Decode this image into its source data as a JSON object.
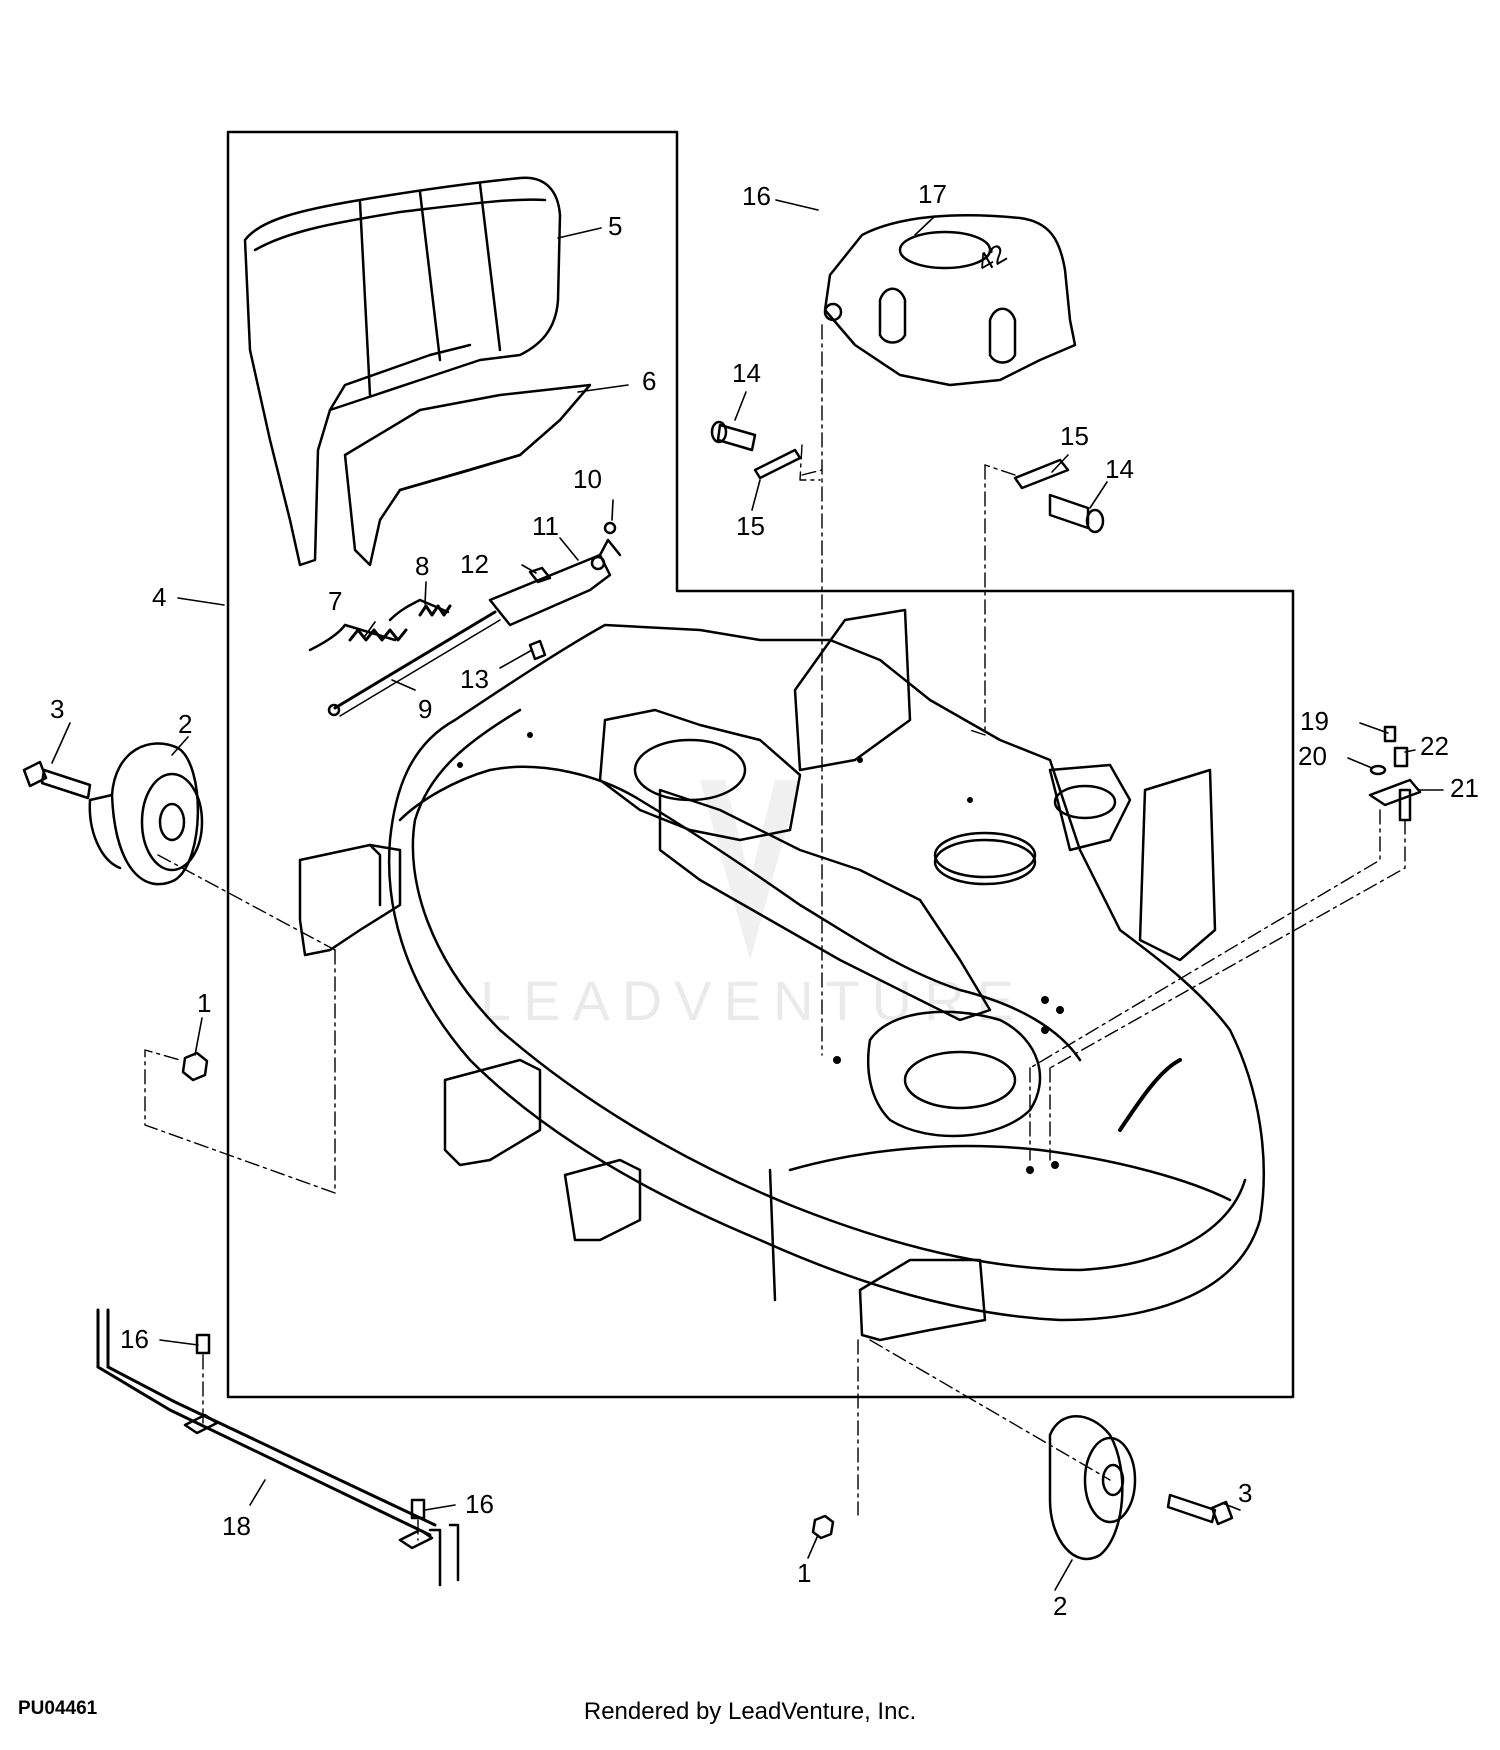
{
  "diagram": {
    "callouts": [
      "1",
      "2",
      "3",
      "4",
      "5",
      "6",
      "7",
      "8",
      "9",
      "10",
      "11",
      "12",
      "13",
      "14",
      "15",
      "16",
      "17",
      "18",
      "19",
      "20",
      "21",
      "22"
    ],
    "part_code": "PU04461",
    "credit": "Rendered by LeadVenture, Inc.",
    "watermark": "LEADVENTURE",
    "deck_marking": "42"
  }
}
